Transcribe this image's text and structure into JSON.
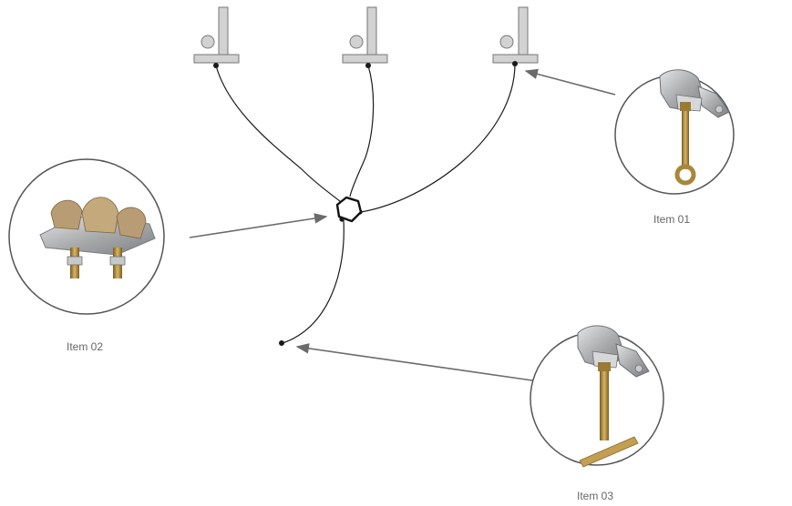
{
  "items": [
    {
      "id": "item-01",
      "label": "Item 01",
      "kind": "ground-clamp-eye-screw"
    },
    {
      "id": "item-02",
      "label": "Item 02",
      "kind": "cluster-clamp"
    },
    {
      "id": "item-03",
      "label": "Item 03",
      "kind": "ground-clamp-t-handle"
    }
  ],
  "colors": {
    "wire": "#1a1a1a",
    "arrow": "#6b6b6b",
    "circle_border": "#555555",
    "conductor_bar": "#d2d2d2",
    "conductor_outline": "#777777",
    "clamp_silver": "#b7b9bb",
    "clamp_brass": "#b08a3c",
    "label_text": "#666666"
  }
}
